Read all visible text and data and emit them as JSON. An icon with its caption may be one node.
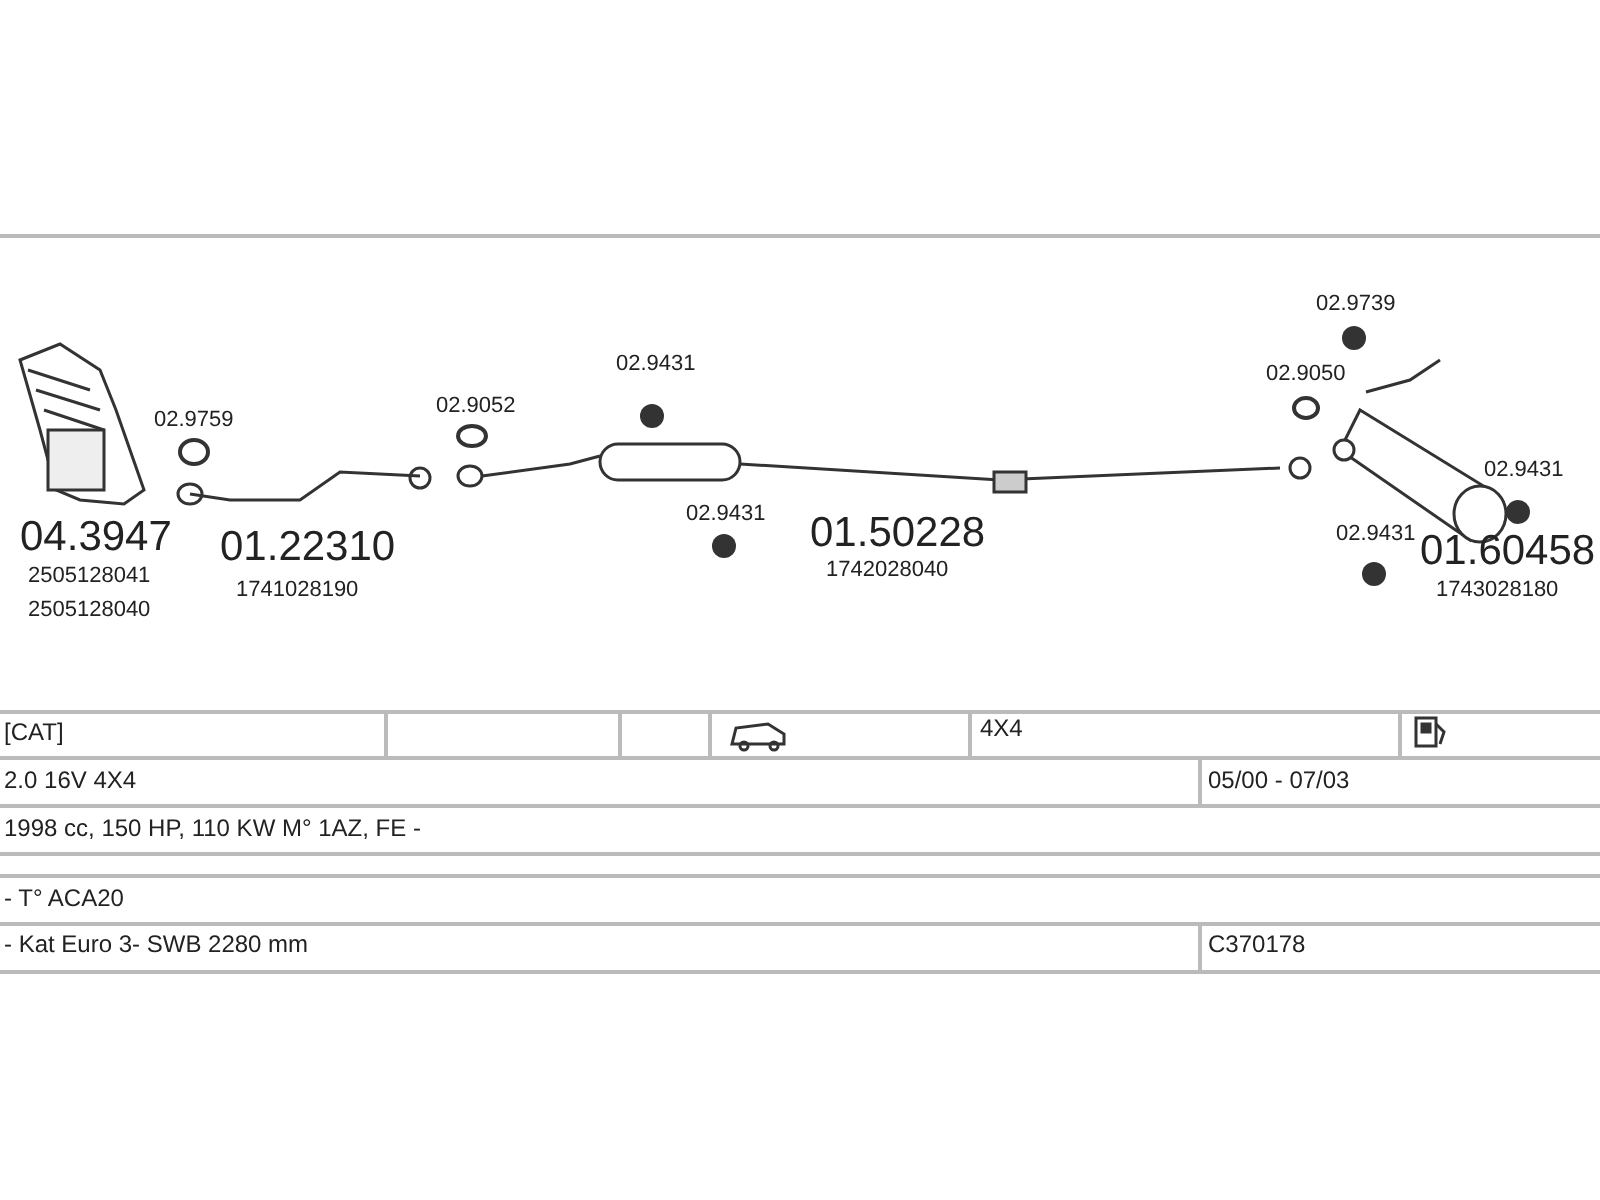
{
  "diagram": {
    "labels": [
      "04.3947",
      "2505128041",
      "2505128040",
      "02.9759",
      "01.22310",
      "1741028190",
      "02.9052",
      "02.9431",
      "02.9431",
      "01.50228",
      "1742028040",
      "02.9739",
      "02.9050",
      "02.9431",
      "02.9431",
      "01.60458",
      "1743028180",
      "[CAT]",
      "4X4",
      "2.0 16V 4X4",
      "05/00 - 07/03",
      "1998 cc, 150 HP, 110 KW M° 1AZ, FE -",
      "- T° ACA20",
      "- Kat Euro 3- SWB 2280 mm",
      "C370178"
    ]
  }
}
